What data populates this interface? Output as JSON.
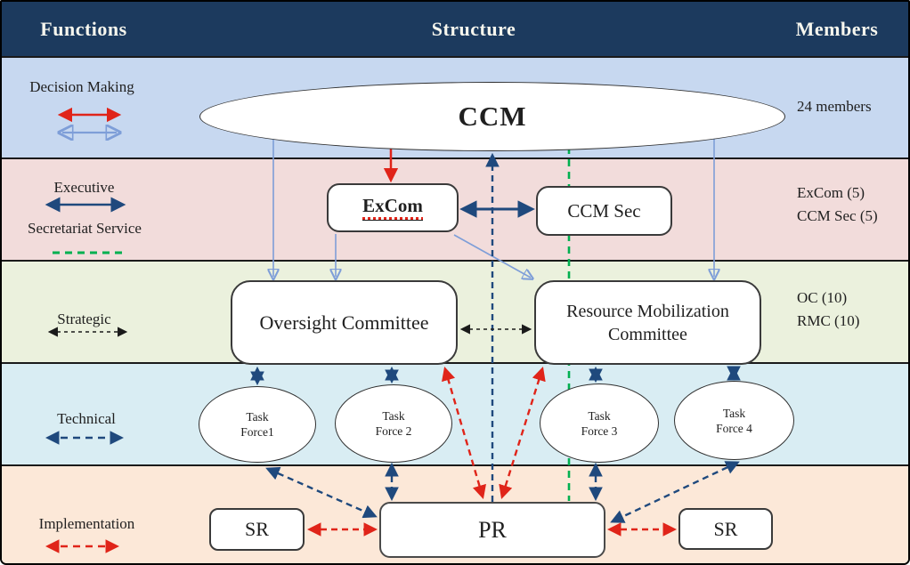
{
  "header": {
    "col_functions": "Functions",
    "col_structure": "Structure",
    "col_members": "Members"
  },
  "functions": {
    "decision_making": "Decision Making",
    "executive": "Executive",
    "secretariat": "Secretariat Service",
    "strategic": "Strategic",
    "technical": "Technical",
    "implementation": "Implementation"
  },
  "members": {
    "ccm": "24 members",
    "excom": "ExCom (5)",
    "ccm_sec": "CCM Sec (5)",
    "oc": "OC (10)",
    "rmc": "RMC (10)"
  },
  "nodes": {
    "ccm": "CCM",
    "excom": "ExCom",
    "ccm_sec": "CCM Sec",
    "oversight": "Oversight Committee",
    "rmc_line1": "Resource Mobilization",
    "rmc_line2": "Committee",
    "tf1_line1": "Task",
    "tf1_line2": "Force1",
    "tf2_line1": "Task",
    "tf2_line2": "Force 2",
    "tf3_line1": "Task",
    "tf3_line2": "Force 3",
    "tf4_line1": "Task",
    "tf4_line2": "Force 4",
    "sr_left": "SR",
    "pr": "PR",
    "sr_right": "SR"
  },
  "legend": {
    "decision_making_arrows": [
      "red-solid-double-arrow",
      "lightblue-solid-double-arrow"
    ],
    "executive_arrow": "navy-solid-double-arrow",
    "secretariat_line": "green-dashed-line",
    "strategic_arrow": "black-dashed-double-arrow",
    "technical_arrow": "navy-dashed-double-arrow",
    "implementation_arrow": "red-dashed-double-arrow"
  },
  "colors": {
    "header_bg": "#1c3a5e",
    "band_decision_making": "#c7d8f0",
    "band_executive": "#f2dcdb",
    "band_strategic": "#ebf1dd",
    "band_technical": "#d9edf3",
    "band_implementation": "#fce8d8",
    "arrow_red": "#e02419",
    "arrow_navy": "#1f497d",
    "arrow_lightblue": "#7e9ed8",
    "arrow_green": "#00b050",
    "arrow_black": "#1a1a1a",
    "header_text": "#f6f6ee"
  }
}
